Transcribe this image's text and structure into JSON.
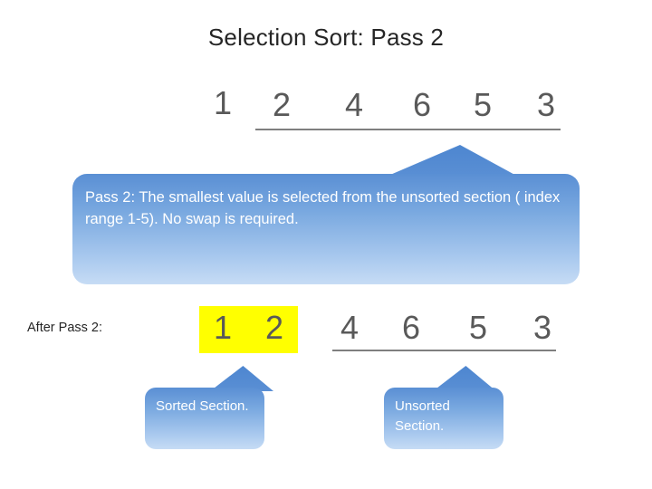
{
  "slide": {
    "title": "Selection Sort: Pass 2",
    "top_array": {
      "values": [
        "1",
        "2",
        "4",
        "6",
        "5",
        "3"
      ]
    },
    "main_callout": {
      "text": "Pass 2: The smallest value is selected from the unsorted section ( index range 1-5).  No swap is required."
    },
    "after_label": "After Pass 2:",
    "bottom_array": {
      "values": [
        "1",
        "2",
        "4",
        "6",
        "5",
        "3"
      ]
    },
    "sorted_callout": {
      "text": "Sorted Section."
    },
    "unsorted_callout": {
      "text": "Unsorted Section."
    },
    "colors": {
      "callout_blue": "#5a8fd4",
      "highlight_yellow": "#ffff00",
      "number_gray": "#595959",
      "title_gray": "#262626"
    }
  }
}
